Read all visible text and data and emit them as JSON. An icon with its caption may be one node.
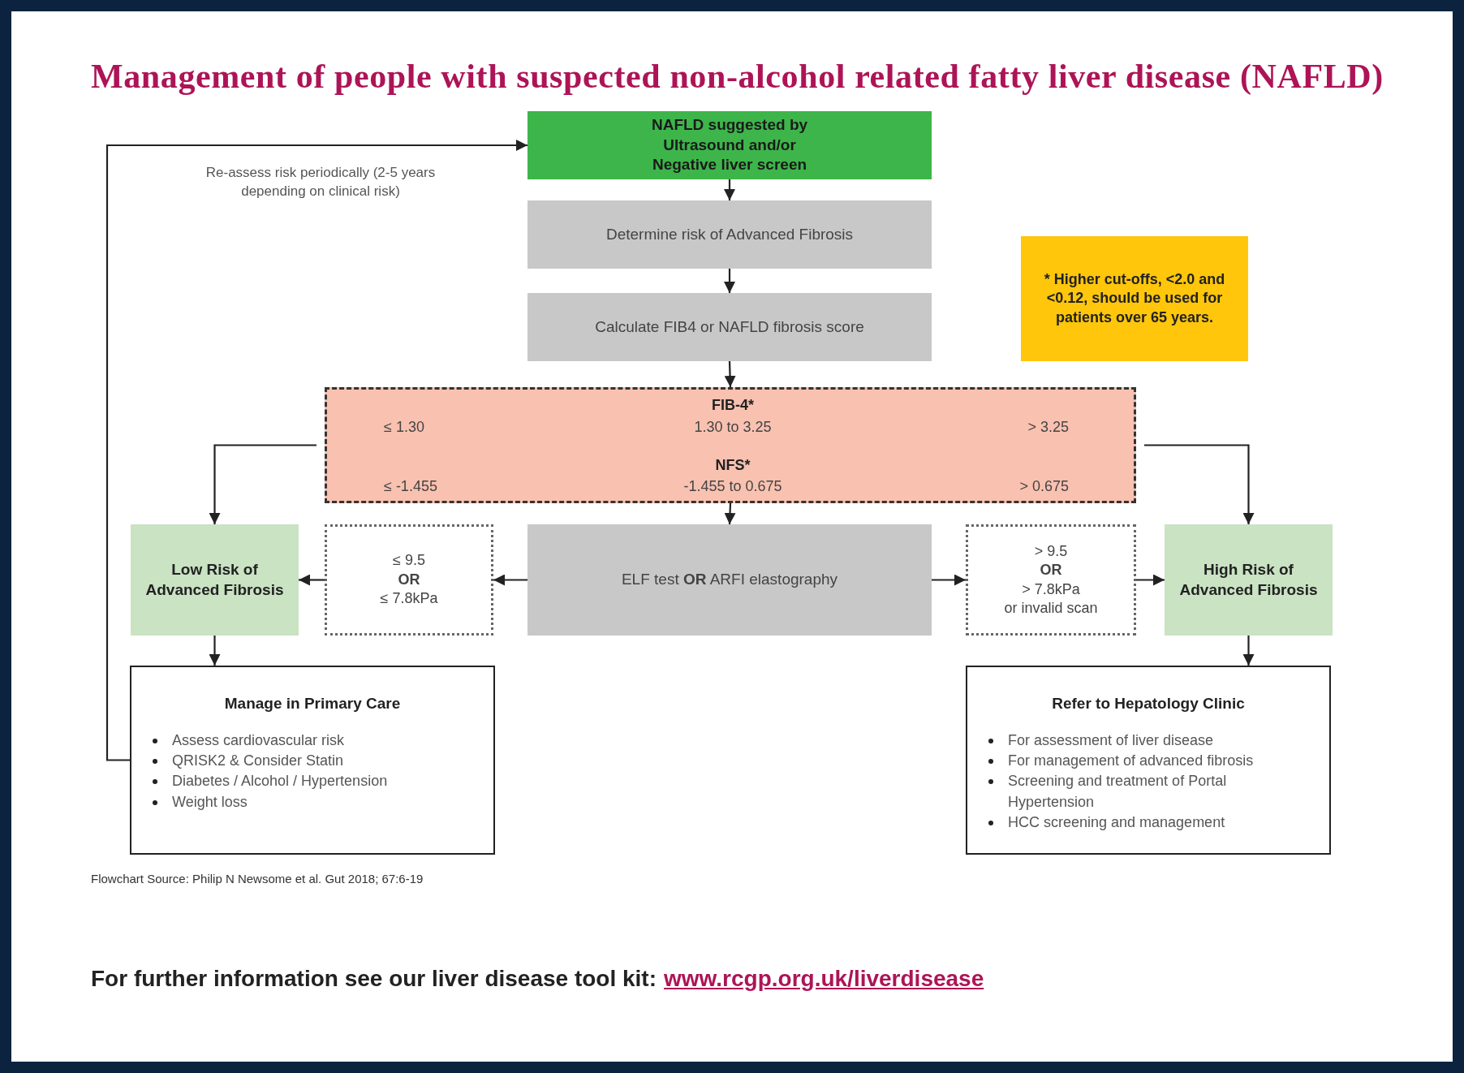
{
  "diagram": {
    "title": "Management of people with suspected non-alcohol related fatty liver disease (NAFLD)",
    "nodes": [
      {
        "text": [
          "NAFLD suggested by Ultrasound and/or Negative liver screen"
        ]
      },
      {
        "text": [
          "Determine risk of Advanced Fibrosis"
        ]
      },
      {
        "text": [
          "Calculate FIB4 or NAFLD fibrosis score"
        ]
      },
      {
        "text": [
          "* Higher cut-offs, <2.0 and <0.12, should be used for patients over 65 years."
        ]
      },
      {
        "text": [
          "FIB-4*",
          "≤ 1.30",
          "1.30 to 3.25",
          "> 3.25",
          "NFS*",
          "≤ -1.455",
          "-1.455 to 0.675",
          "> 0.675"
        ]
      },
      {
        "text": [
          "Low Risk of Advanced Fibrosis"
        ]
      },
      {
        "text": [
          "≤ 9.5",
          "OR",
          "≤ 7.8kPa"
        ]
      },
      {
        "text": [
          "ELF test **OR** ARFI elastography"
        ]
      },
      {
        "text": [
          "> 9.5",
          "OR",
          "> 7.8kPa",
          "or invalid scan"
        ]
      },
      {
        "text": [
          "High Risk of Advanced Fibrosis"
        ]
      },
      {
        "text": [
          "Manage in Primary Care",
          "Assess cardiovascular risk",
          "QRISK2 & Consider Statin",
          "Diabetes / Alcohol / Hypertension",
          "Weight loss"
        ]
      },
      {
        "text": [
          "Refer to Hepatology Clinic",
          "For assessment of liver disease",
          "For management of advanced fibrosis",
          "Screening and treatment of Portal Hypertension",
          "HCC screening and management"
        ]
      }
    ],
    "edges": [
      {
        "from": 0,
        "to": 1,
        "arrow": "to"
      },
      {
        "from": 1,
        "to": 2,
        "arrow": "to"
      },
      {
        "from": 2,
        "to": 4,
        "arrow": "to"
      },
      {
        "from": 4,
        "to": 7,
        "arrow": "to"
      },
      {
        "from": 4,
        "to": 5,
        "arrow": "to"
      },
      {
        "from": 4,
        "to": 9,
        "arrow": "to"
      },
      {
        "from": 7,
        "to": 6,
        "arrow": "to"
      },
      {
        "from": 6,
        "to": 5,
        "arrow": "to"
      },
      {
        "from": 7,
        "to": 8,
        "arrow": "to"
      },
      {
        "from": 8,
        "to": 9,
        "arrow": "to"
      },
      {
        "from": 5,
        "to": 10,
        "arrow": "to"
      },
      {
        "from": 9,
        "to": 11,
        "arrow": "to"
      },
      {
        "from": 10,
        "to": 0,
        "arrow": "to",
        "label": "Re-assess risk periodically (2-5 years depending on clinical risk)"
      }
    ],
    "labels": [
      "Flowchart Source: Philip N Newsome et al. Gut 2018; 67:6-19",
      "For further information see our liver disease tool kit:",
      "www.rcgp.org.uk/liverdisease"
    ]
  }
}
